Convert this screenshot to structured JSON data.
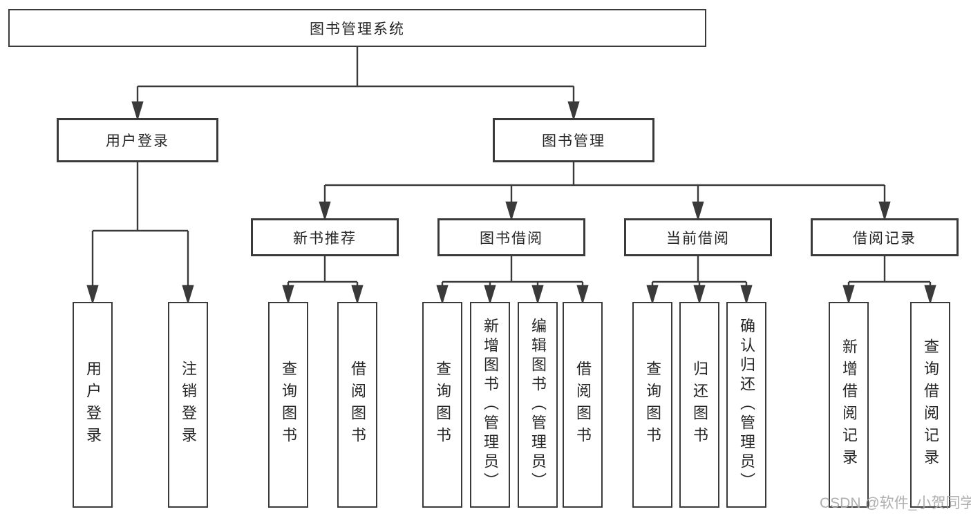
{
  "diagram": {
    "title": "图书管理系统",
    "root": {
      "label": "图书管理系统"
    },
    "level2": [
      {
        "id": "user-login",
        "label": "用户登录"
      },
      {
        "id": "book-management",
        "label": "图书管理"
      }
    ],
    "level3": [
      {
        "id": "new-book-recommend",
        "label": "新书推荐",
        "parent": "book-management"
      },
      {
        "id": "book-borrowing",
        "label": "图书借阅",
        "parent": "book-management"
      },
      {
        "id": "current-borrowing",
        "label": "当前借阅",
        "parent": "book-management"
      },
      {
        "id": "borrowing-records",
        "label": "借阅记录",
        "parent": "book-management"
      }
    ],
    "leaves": [
      {
        "label": "用户登录",
        "parent": "user-login"
      },
      {
        "label": "注销登录",
        "parent": "user-login"
      },
      {
        "label": "查询图书",
        "parent": "new-book-recommend"
      },
      {
        "label": "借阅图书",
        "parent": "new-book-recommend"
      },
      {
        "label": "查询图书",
        "parent": "book-borrowing"
      },
      {
        "label": "新增图书（管理员）",
        "parent": "book-borrowing"
      },
      {
        "label": "编辑图书（管理员）",
        "parent": "book-borrowing"
      },
      {
        "label": "借阅图书",
        "parent": "book-borrowing"
      },
      {
        "label": "查询图书",
        "parent": "current-borrowing"
      },
      {
        "label": "归还图书",
        "parent": "current-borrowing"
      },
      {
        "label": "确认归还（管理员）",
        "parent": "current-borrowing"
      },
      {
        "label": "新增借阅记录",
        "parent": "borrowing-records"
      },
      {
        "label": "查询借阅记录",
        "parent": "borrowing-records"
      }
    ],
    "watermark": "CSDN @软件_小贺同学",
    "colors": {
      "line": "#3a3a3a",
      "text": "#262626",
      "watermark": "#a8a8aa",
      "background": "#ffffff"
    }
  }
}
